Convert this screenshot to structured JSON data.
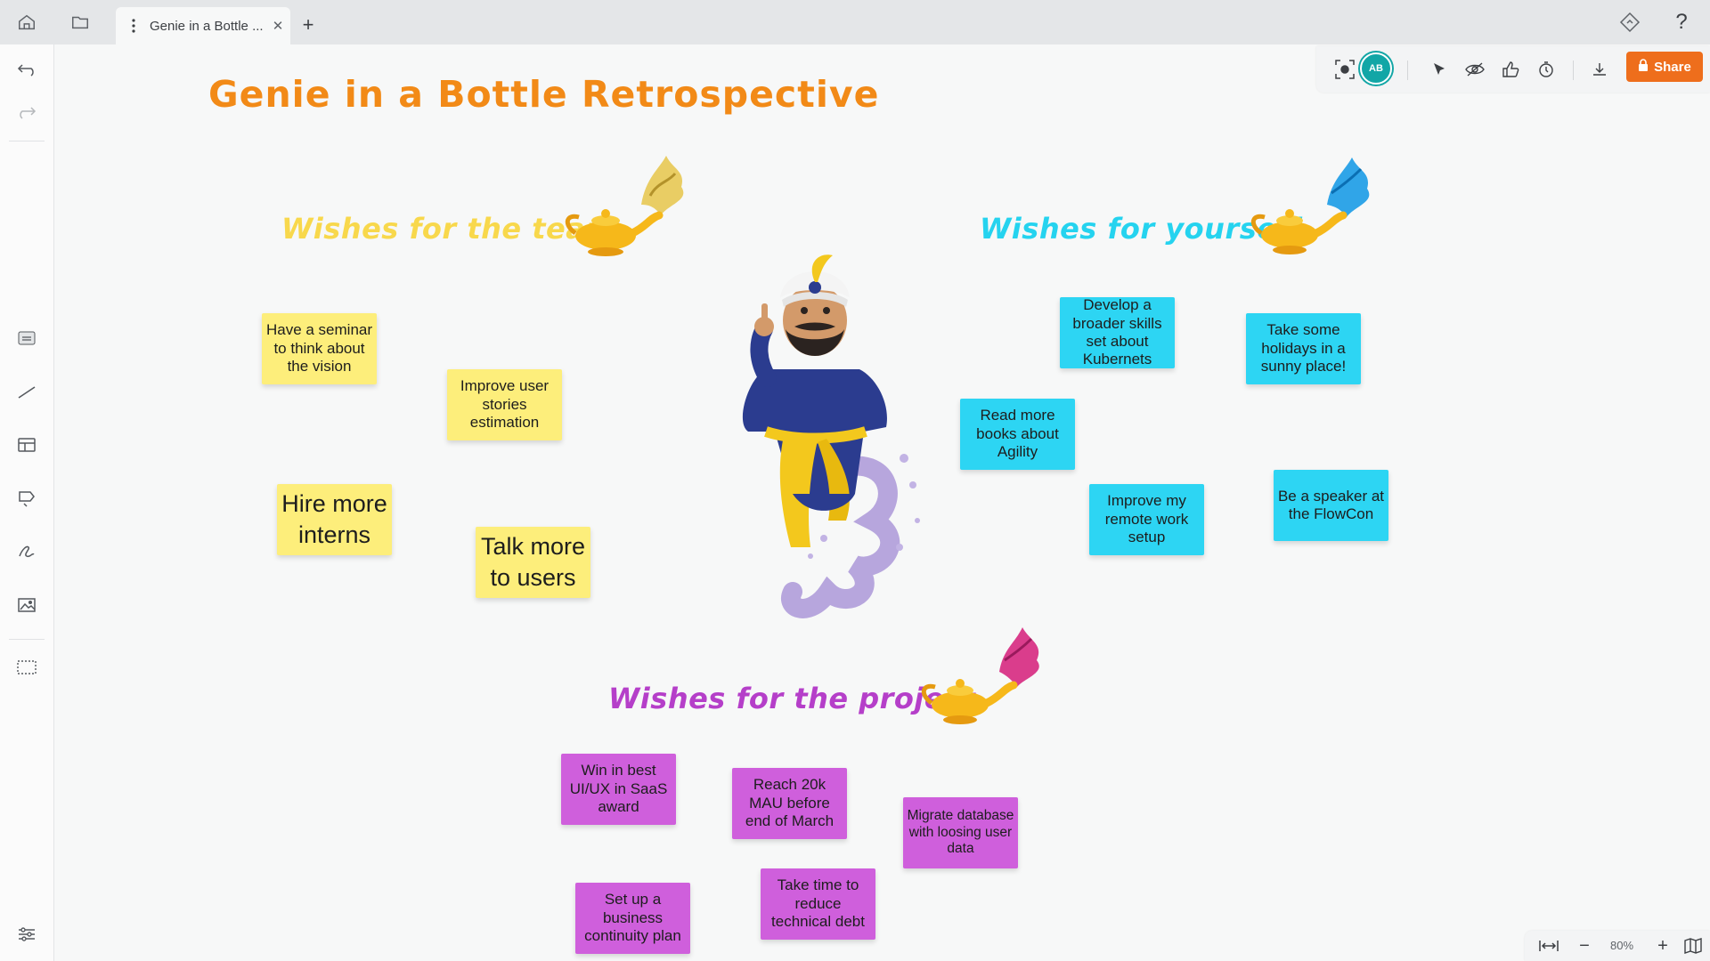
{
  "tabs": [
    {
      "title": "Genie in a Bottle ..."
    }
  ],
  "board": {
    "title": "Genie in a Bottle Retrospective"
  },
  "sections": {
    "team": {
      "heading": "Wishes for the team"
    },
    "self": {
      "heading": "Wishes for yourself"
    },
    "project": {
      "heading": "Wishes for the project"
    }
  },
  "notes": {
    "team": [
      "Have a seminar to think about the vision",
      "Improve user stories estimation",
      "Hire more interns",
      "Talk more to users"
    ],
    "self": [
      "Develop a broader skills set about Kubernets",
      "Take some holidays in a sunny place!",
      "Read more books about Agility",
      "Improve my remote work setup",
      "Be a speaker at the FlowCon"
    ],
    "project": [
      "Win in best UI/UX in SaaS award",
      "Reach 20k MAU before end of March",
      "Migrate database with loosing user data",
      "Set up a business continuity plan",
      "Take time to reduce technical debt"
    ]
  },
  "toolbar": {
    "avatar_initials": "AB",
    "share_label": "Share"
  },
  "zoom": {
    "level": "80%"
  },
  "colors": {
    "accent": "#ee6e1c",
    "team": "#fdee7b",
    "self": "#2dd5f3",
    "project": "#cf5fdc",
    "title": "#f28a17"
  },
  "icons": {
    "top_bar": [
      "home-icon",
      "folder-icon",
      "more-vertical-icon",
      "close-icon",
      "plus-icon",
      "diamond-icon",
      "help-icon"
    ],
    "left_rail": [
      "undo-icon",
      "redo-icon",
      "sticky-note-icon",
      "line-icon",
      "template-icon",
      "tag-icon",
      "pen-icon",
      "image-icon",
      "frame-icon",
      "settings-sliders-icon"
    ],
    "toolbar": [
      "screen-record-icon",
      "cursor-icon",
      "hide-icon",
      "thumbs-up-icon",
      "timer-icon",
      "download-icon",
      "lock-icon"
    ],
    "zoom": [
      "fit-width-icon",
      "zoom-out-icon",
      "zoom-in-icon",
      "map-icon"
    ]
  }
}
